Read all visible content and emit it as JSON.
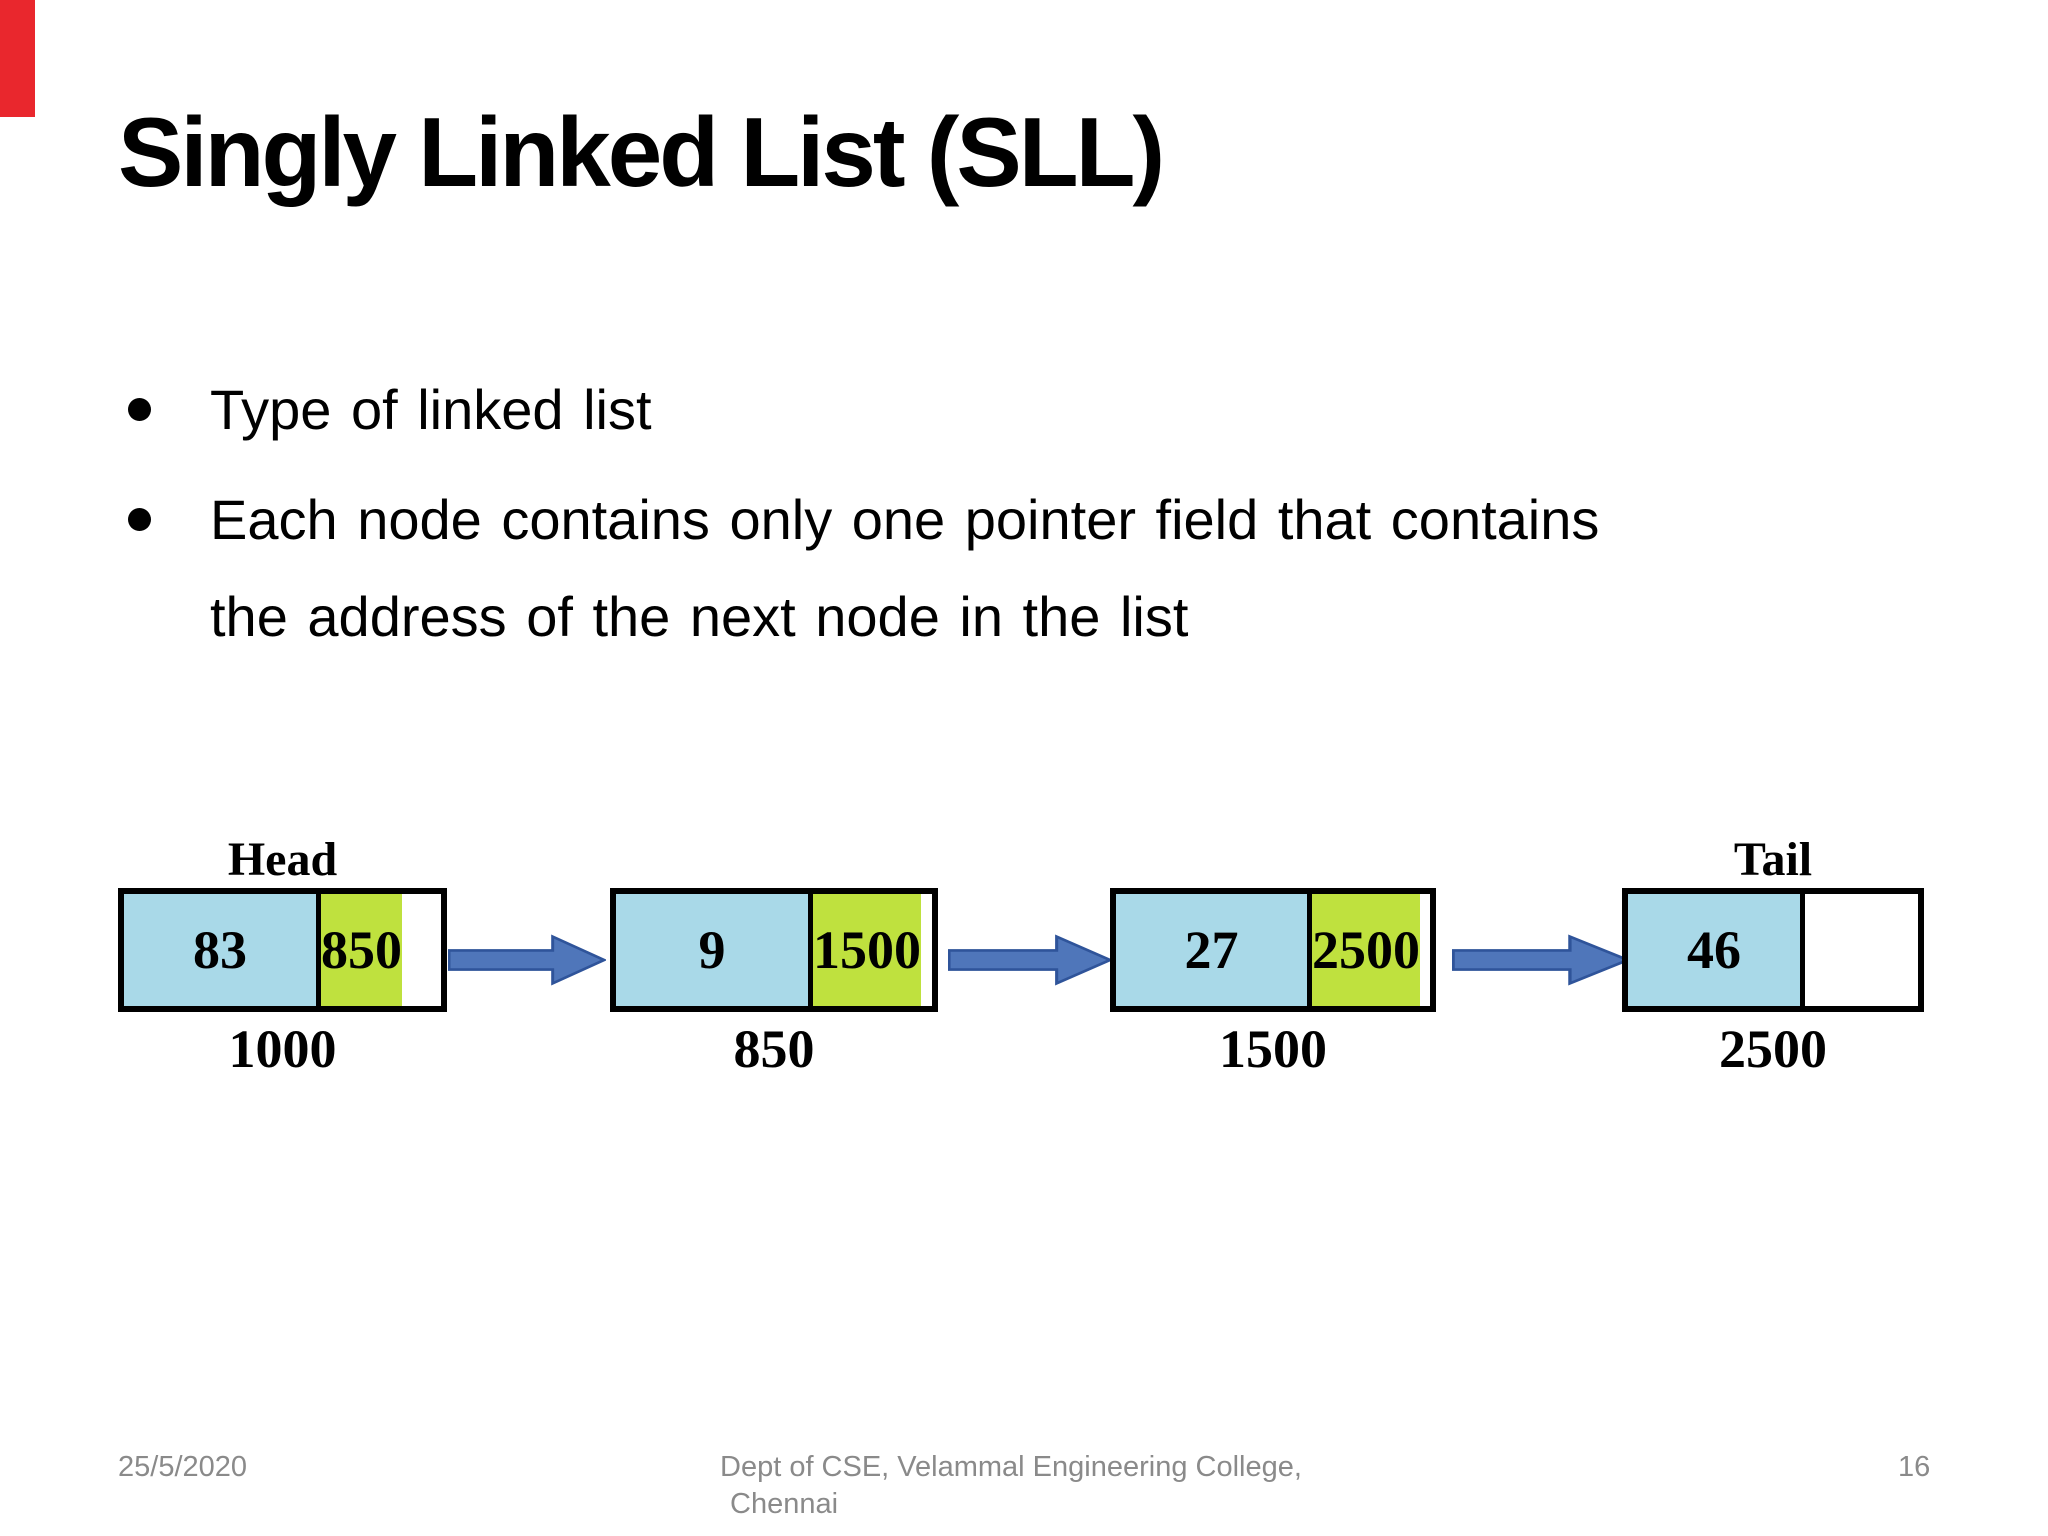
{
  "slide": {
    "title": "Singly Linked List (SLL)",
    "bullets": [
      "Type of linked list",
      "Each node contains only one pointer field that contains the address of the next node in the list"
    ]
  },
  "diagram": {
    "nodes": [
      {
        "label": "Head",
        "data": "83",
        "next": "850",
        "address": "1000"
      },
      {
        "data": "9",
        "next": "1500",
        "address": "850"
      },
      {
        "data": "27",
        "next": "2500",
        "address": "1500"
      },
      {
        "label": "Tail",
        "data": "46",
        "next": "",
        "address": "2500",
        "null_pointer": true
      }
    ],
    "colors": {
      "data_cell": "#a9d9e8",
      "pointer_cell": "#bfe13e",
      "node_border": "#000000",
      "arrow_fill": "#4f76ba",
      "arrow_outline": "#2f549a"
    }
  },
  "footer": {
    "date": "25/5/2020",
    "affiliation_line1": "Dept of CSE, Velammal Engineering College,",
    "affiliation_line2": "Chennai",
    "page_number": "16"
  },
  "decor": {
    "corner_marker_color": "#e9272d"
  }
}
